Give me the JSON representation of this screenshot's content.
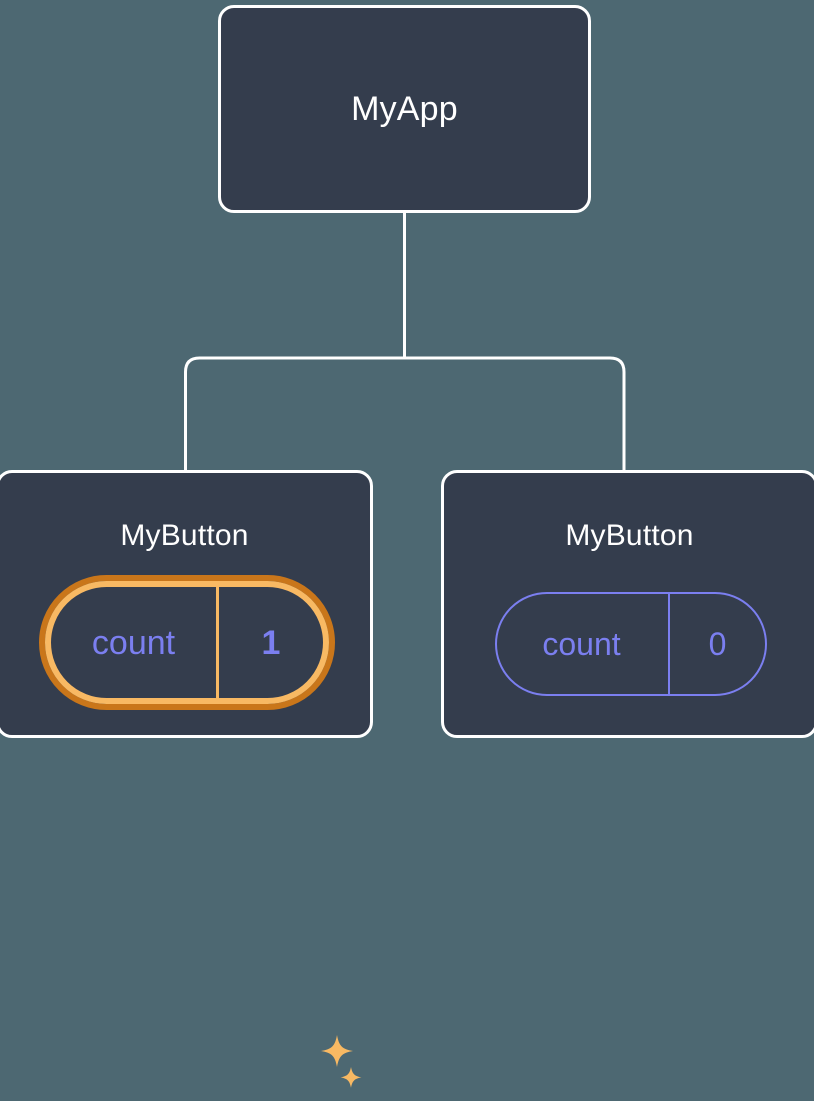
{
  "diagram": {
    "type": "component-tree",
    "background_color": "#4d6872",
    "node_fill_color": "#343d4d",
    "node_border_color": "#ffffff",
    "connector_color": "#ffffff",
    "state_color": "#7b7ff0",
    "highlight_outer_color": "#c9761a",
    "highlight_inner_color": "#f8b963",
    "sparkle_color": "#f8b963"
  },
  "root": {
    "title": "MyApp"
  },
  "children": [
    {
      "title": "MyButton",
      "state": {
        "key": "count",
        "value": "1"
      },
      "highlighted": true,
      "sparkle_large": "sparkle-icon",
      "sparkle_small": "sparkle-icon"
    },
    {
      "title": "MyButton",
      "state": {
        "key": "count",
        "value": "0"
      },
      "highlighted": false
    }
  ]
}
